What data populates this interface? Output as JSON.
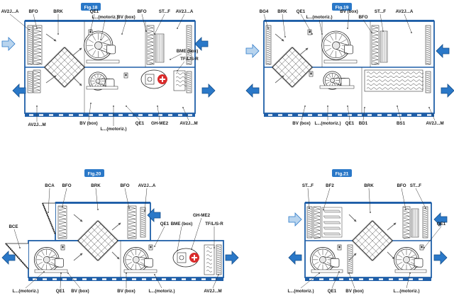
{
  "colors": {
    "frame_blue": "#1f5fa8",
    "arrow_blue": "#2a78c8",
    "arrow_light": "#b8d4ee",
    "fig_badge": "#2a78c8",
    "heater_red": "#d92b2b",
    "line": "#1a1a1a",
    "fill_light": "#f3f6fa"
  },
  "figures": [
    {
      "title": "Fig.18",
      "top_labels": [
        "AV2J...A",
        "BFO",
        "BRK",
        "QE1",
        "L...(motoriz.)",
        "BV (box)",
        "BFO",
        "ST...F",
        "AV2J...A"
      ],
      "side_labels": [
        "BME (box)",
        "TF/L/S-R"
      ],
      "bottom_labels": [
        "AV2J...M",
        "BV (box)",
        "L...(motoriz.)",
        "QE1",
        "GH-ME2",
        "AV2J...M"
      ]
    },
    {
      "title": "Fig.19",
      "top_labels": [
        "BG4",
        "BRK",
        "QE1",
        "L...(motoriz.)",
        "BV (box)",
        "BFO",
        "ST...F",
        "AV2J...A"
      ],
      "bottom_labels": [
        "BV (box)",
        "L...(motoriz.)",
        "QE1",
        "BD1",
        "BS1",
        "AV2J...M"
      ]
    },
    {
      "title": "Fig.20",
      "top_labels": [
        "BCA",
        "BFO",
        "BRK",
        "BFO",
        "AV2J...A"
      ],
      "side_labels": [
        "BCE",
        "QE1",
        "BME (box)",
        "GH-ME2",
        "TF/L/S-R"
      ],
      "bottom_labels": [
        "L...(motoriz.)",
        "QE1",
        "BV (box)",
        "BV (box)",
        "L...(motoriz.)",
        "AV2J...M"
      ]
    },
    {
      "title": "Fig.21",
      "top_labels": [
        "ST...F",
        "BF2",
        "BRK",
        "BFO",
        "ST...F"
      ],
      "side_labels": [
        "QE1"
      ],
      "bottom_labels": [
        "L...(motoriz.)",
        "QE1",
        "BV (box)",
        "L...(motoriz.)"
      ]
    }
  ]
}
